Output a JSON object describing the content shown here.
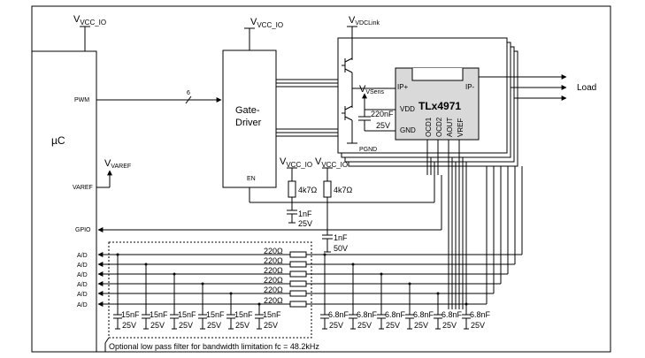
{
  "frame": {
    "border_color": "#000000"
  },
  "mcu": {
    "label": "µC",
    "supply": "VCC_IO",
    "pins": {
      "pwm": "PWM",
      "varef": "VAREF",
      "gpio": "GPIO",
      "ad": [
        "A/D",
        "A/D",
        "A/D",
        "A/D",
        "A/D",
        "A/D"
      ]
    },
    "varef_label": "VAREF"
  },
  "gate_driver": {
    "label_1": "Gate-",
    "label_2": "Driver",
    "en": "EN",
    "supply": "VCC_IO",
    "bus_width": "6"
  },
  "power_stage": {
    "supply": "VDCLink",
    "pgnd": "PGND"
  },
  "sensor": {
    "name_prefix": "TL",
    "name_suffix": "x4971",
    "pins": {
      "ip_plus": "IP+",
      "ip_minus": "IP-",
      "vdd": "VDD",
      "gnd": "GND",
      "ocd1": "OCD1",
      "ocd2": "OCD2",
      "aout": "AOUT",
      "vref": "VREF"
    },
    "vsens": "VSens",
    "cap_value": "220nF",
    "cap_voltage": "25V",
    "fill": "#d9d9d9"
  },
  "load": {
    "label": "Load"
  },
  "pullups": [
    {
      "supply": "VCC_IO",
      "resistor": "4k7Ω"
    },
    {
      "supply": "VCC_IO",
      "resistor": "4k7Ω"
    }
  ],
  "caps": {
    "ocd_cap_1": {
      "value": "1nF",
      "voltage": "25V"
    },
    "ocd_cap_2": {
      "value": "1nF",
      "voltage": "50V"
    },
    "filter_resistors": [
      "220Ω",
      "220Ω",
      "220Ω",
      "220Ω",
      "220Ω",
      "220Ω"
    ],
    "left_caps": [
      {
        "value": "15nF",
        "voltage": "25V"
      },
      {
        "value": "15nF",
        "voltage": "25V"
      },
      {
        "value": "15nF",
        "voltage": "25V"
      },
      {
        "value": "15nF",
        "voltage": "25V"
      },
      {
        "value": "15nF",
        "voltage": "25V"
      },
      {
        "value": "15nF",
        "voltage": "25V"
      }
    ],
    "right_caps": [
      {
        "value": "6.8nF",
        "voltage": "25V"
      },
      {
        "value": "6.8nF",
        "voltage": "25V"
      },
      {
        "value": "6.8nF",
        "voltage": "25V"
      },
      {
        "value": "6.8nF",
        "voltage": "25V"
      },
      {
        "value": "6.8nF",
        "voltage": "25V"
      },
      {
        "value": "6.8nF",
        "voltage": "25V"
      }
    ]
  },
  "footnote": "Optional low pass filter for bandwidth limitation fc = 48.2kHz"
}
